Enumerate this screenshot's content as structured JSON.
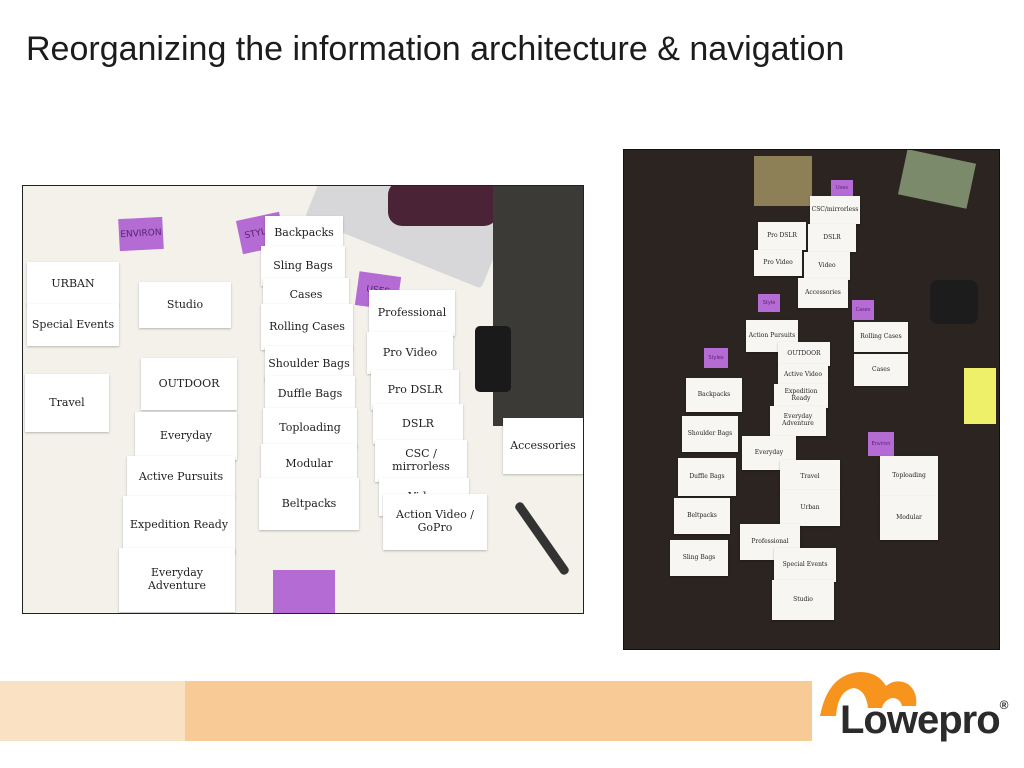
{
  "slide": {
    "title": "Reorganizing the information architecture & navigation"
  },
  "photo_left": {
    "stickies": [
      "ENVIRON",
      "STYLES",
      "USES",
      ""
    ],
    "environ_cards": [
      "URBAN",
      "Special Events",
      "Studio",
      "Travel",
      "OUTDOOR",
      "Everyday",
      "Active Pursuits",
      "Expedition Ready",
      "Everyday Adventure"
    ],
    "style_cards": [
      "Backpacks",
      "Sling Bags",
      "Cases",
      "Rolling Cases",
      "Shoulder Bags",
      "Duffle Bags",
      "Toploading",
      "Modular",
      "Beltpacks"
    ],
    "use_cards": [
      "Professional",
      "Pro Video",
      "Pro DSLR",
      "DSLR",
      "CSC / mirrorless",
      "Video",
      "Action Video / GoPro",
      "Accessories"
    ]
  },
  "photo_right": {
    "stickies": [
      "Uses",
      "Style",
      "Cases",
      "Styles",
      "Environ"
    ],
    "cards": [
      "CSC/mirrorless",
      "Pro DSLR",
      "DSLR",
      "Pro Video",
      "Video",
      "Accessories",
      "Action Pursuits",
      "OUTDOOR",
      "Active Video",
      "Expedition Ready",
      "Everyday Adventure",
      "Backpacks",
      "Shoulder Bags",
      "Everyday",
      "Duffle Bags",
      "Travel",
      "Urban",
      "Beltpacks",
      "Professional",
      "Sling Bags",
      "Special Events",
      "Studio",
      "Rolling Cases",
      "Cases",
      "Toploading",
      "Modular"
    ]
  },
  "logo": {
    "text": "Lowepro",
    "reg": "®"
  },
  "colors": {
    "sticky": "#b46bd4",
    "bar_light": "#fbe1c4",
    "bar_main": "#f8cb96",
    "logo_orange": "#f7941d"
  }
}
